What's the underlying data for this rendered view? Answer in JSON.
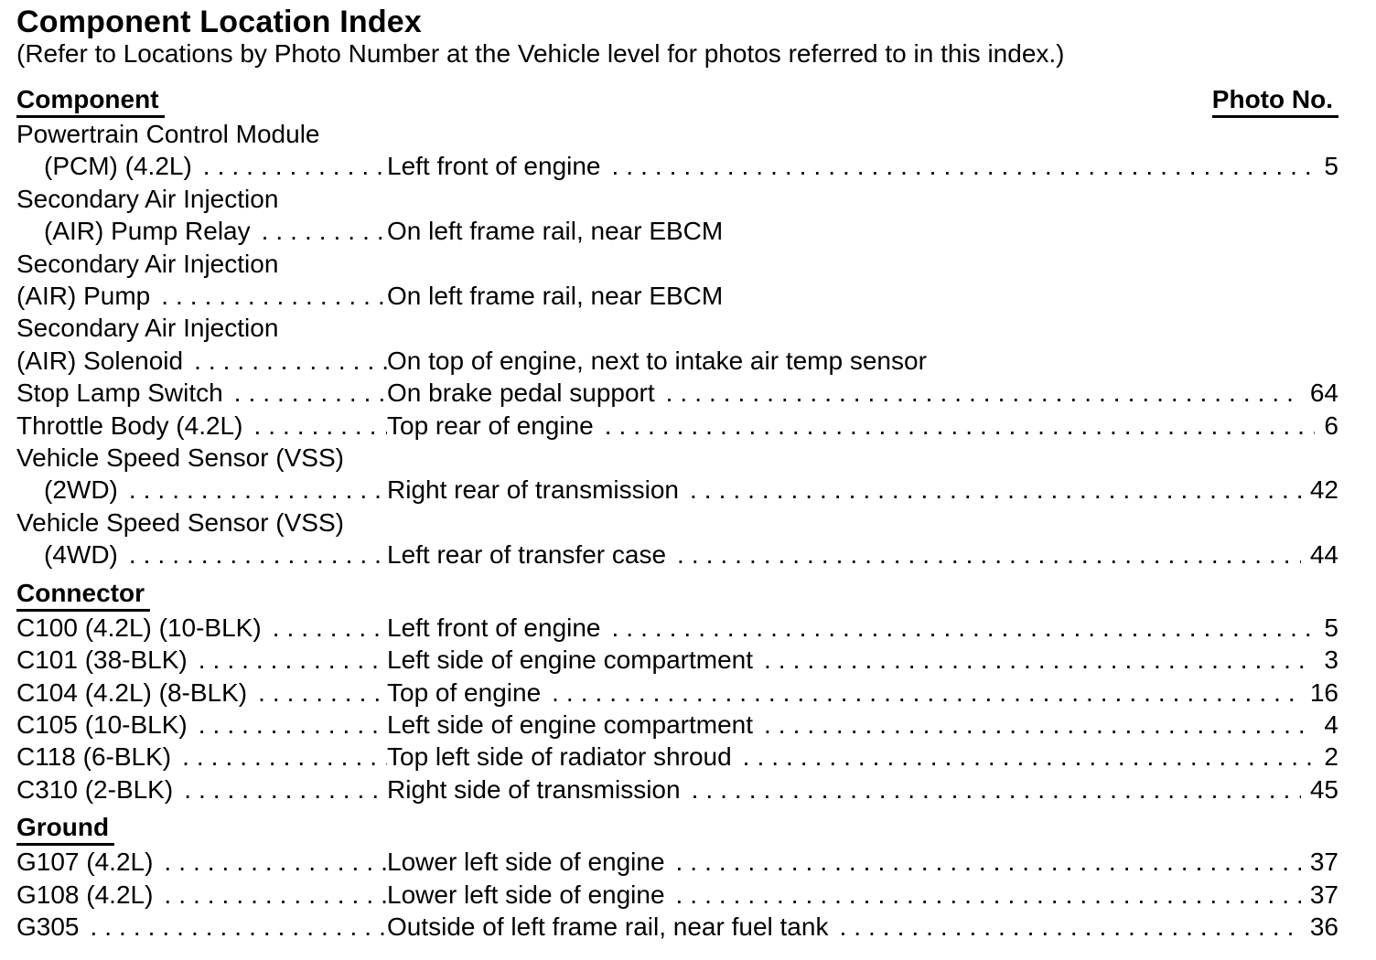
{
  "page": {
    "title": "Component Location Index",
    "subtitle": "(Refer to Locations by Photo Number at the Vehicle level for photos referred to in this index.)",
    "column_headers": {
      "left": "Component",
      "right": "Photo No."
    }
  },
  "sections": [
    {
      "heading": null,
      "entries": [
        {
          "pre": "Powertrain Control Module",
          "name": "(PCM) (4.2L)",
          "indent": true,
          "location": "Left front of engine",
          "photo": "5"
        },
        {
          "pre": "Secondary Air Injection",
          "name": "(AIR) Pump Relay",
          "indent": true,
          "location": "On left frame rail, near EBCM",
          "photo": null
        },
        {
          "pre": "Secondary Air Injection",
          "name": "(AIR) Pump",
          "indent": false,
          "location": "On left frame rail, near EBCM",
          "photo": null
        },
        {
          "pre": "Secondary Air Injection",
          "name": "(AIR) Solenoid",
          "indent": false,
          "location": "On top of engine, next to intake air temp sensor",
          "photo": null
        },
        {
          "pre": null,
          "name": "Stop Lamp Switch",
          "indent": false,
          "location": "On brake pedal support",
          "photo": "64"
        },
        {
          "pre": null,
          "name": "Throttle Body (4.2L)",
          "indent": false,
          "location": "Top rear of engine",
          "photo": "6"
        },
        {
          "pre": "Vehicle Speed Sensor (VSS)",
          "name": "(2WD)",
          "indent": true,
          "location": "Right rear of transmission",
          "photo": "42"
        },
        {
          "pre": "Vehicle Speed Sensor (VSS)",
          "name": "(4WD)",
          "indent": true,
          "location": "Left rear of transfer case",
          "photo": "44"
        }
      ]
    },
    {
      "heading": "Connector",
      "entries": [
        {
          "pre": null,
          "name": "C100 (4.2L) (10-BLK)",
          "indent": false,
          "location": "Left front of engine",
          "photo": "5"
        },
        {
          "pre": null,
          "name": "C101 (38-BLK)",
          "indent": false,
          "location": "Left side of engine compartment",
          "photo": "3"
        },
        {
          "pre": null,
          "name": "C104 (4.2L) (8-BLK)",
          "indent": false,
          "location": "Top of engine",
          "photo": "16"
        },
        {
          "pre": null,
          "name": "C105 (10-BLK)",
          "indent": false,
          "location": "Left side of engine compartment",
          "photo": "4"
        },
        {
          "pre": null,
          "name": "C118 (6-BLK)",
          "indent": false,
          "location": "Top left side of radiator shroud",
          "photo": "2"
        },
        {
          "pre": null,
          "name": "C310 (2-BLK)",
          "indent": false,
          "location": "Right side of transmission",
          "photo": "45"
        }
      ]
    },
    {
      "heading": "Ground",
      "entries": [
        {
          "pre": null,
          "name": "G107 (4.2L)",
          "indent": false,
          "location": "Lower left side of engine",
          "photo": "37"
        },
        {
          "pre": null,
          "name": "G108 (4.2L)",
          "indent": false,
          "location": "Lower left side of engine",
          "photo": "37"
        },
        {
          "pre": null,
          "name": "G305",
          "indent": false,
          "location": "Outside of left frame rail, near fuel tank",
          "photo": "36"
        }
      ]
    }
  ],
  "colors": {
    "text": "#000000",
    "background": "#ffffff"
  }
}
